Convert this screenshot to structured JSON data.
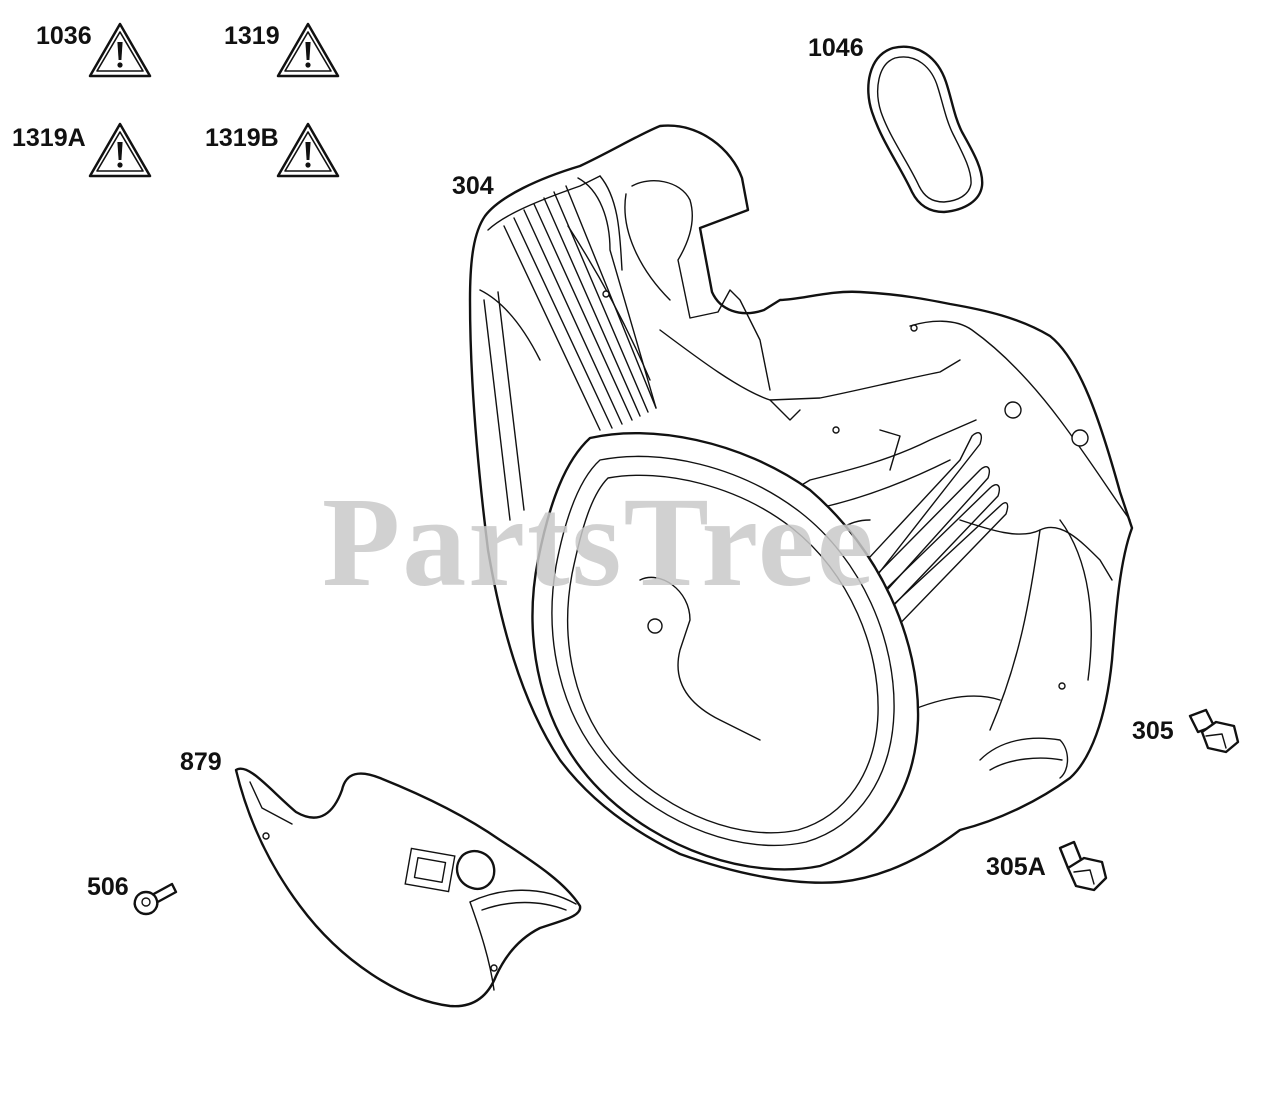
{
  "labels": {
    "l1036": "1036",
    "l1319": "1319",
    "l1319a": "1319A",
    "l1319b": "1319B",
    "l1046": "1046",
    "l304": "304",
    "l305": "305",
    "l305a": "305A",
    "l879": "879",
    "l506": "506"
  },
  "watermark": "PartsTree",
  "icons": {
    "warning": "warning-triangle-icon"
  }
}
